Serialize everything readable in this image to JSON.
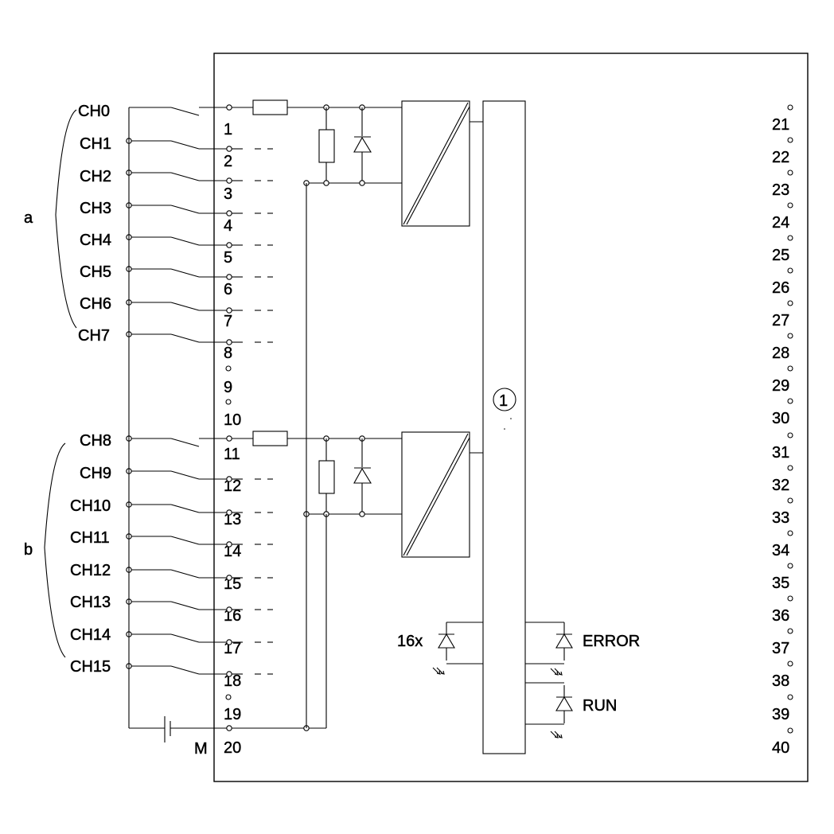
{
  "group_labels": [
    "a",
    "b"
  ],
  "channels": [
    "CH0",
    "CH1",
    "CH2",
    "CH3",
    "CH4",
    "CH5",
    "CH6",
    "CH7",
    "CH8",
    "CH9",
    "CH10",
    "CH11",
    "CH12",
    "CH13",
    "CH14",
    "CH15"
  ],
  "left_terminals": [
    "1",
    "2",
    "3",
    "4",
    "5",
    "6",
    "7",
    "8",
    "9",
    "10",
    "11",
    "12",
    "13",
    "14",
    "15",
    "16",
    "17",
    "18",
    "19",
    "20"
  ],
  "right_terminals": [
    "21",
    "22",
    "23",
    "24",
    "25",
    "26",
    "27",
    "28",
    "29",
    "30",
    "31",
    "32",
    "33",
    "34",
    "35",
    "36",
    "37",
    "38",
    "39",
    "40"
  ],
  "ground_label": "M",
  "bus_marker": "1",
  "led_count_label": "16x",
  "error_label": "ERROR",
  "run_label": "RUN"
}
